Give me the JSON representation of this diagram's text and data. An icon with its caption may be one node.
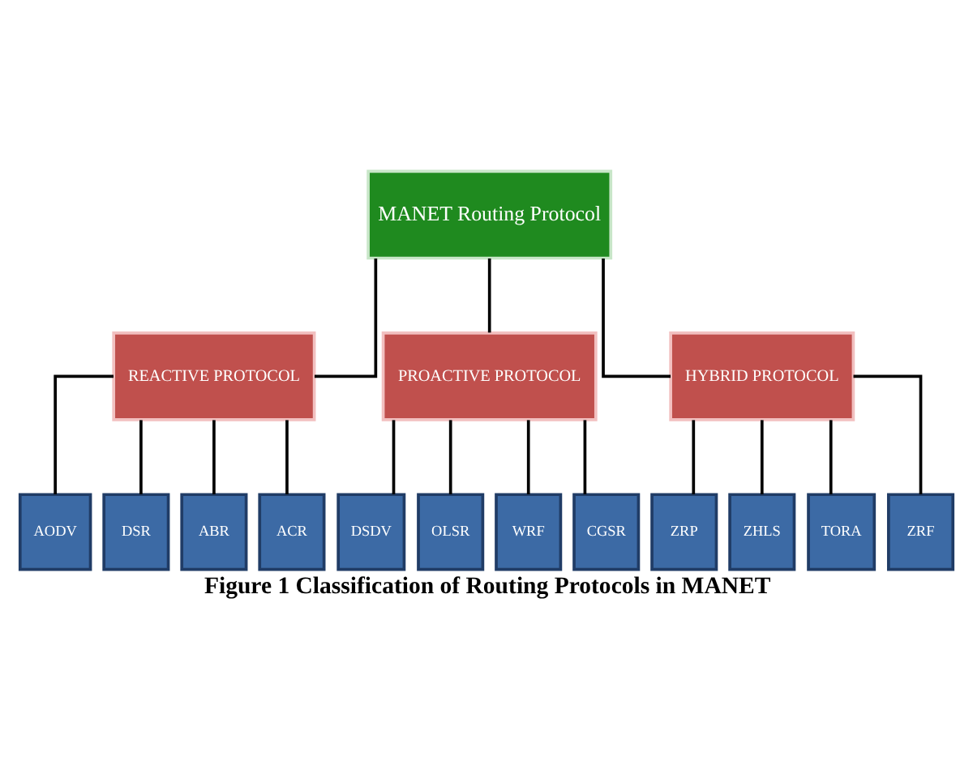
{
  "diagram": {
    "caption": "Figure 1 Classification of Routing Protocols in MANET",
    "nodes": [
      {
        "text": [
          "MANET Routing Protocol"
        ]
      },
      {
        "text": [
          "REACTIVE PROTOCOL"
        ]
      },
      {
        "text": [
          "PROACTIVE PROTOCOL"
        ]
      },
      {
        "text": [
          "HYBRID PROTOCOL"
        ]
      },
      {
        "text": [
          "AODV"
        ]
      },
      {
        "text": [
          "DSR"
        ]
      },
      {
        "text": [
          "ABR"
        ]
      },
      {
        "text": [
          "ACR"
        ]
      },
      {
        "text": [
          "DSDV"
        ]
      },
      {
        "text": [
          "OLSR"
        ]
      },
      {
        "text": [
          "WRF"
        ]
      },
      {
        "text": [
          "CGSR"
        ]
      },
      {
        "text": [
          "ZRP"
        ]
      },
      {
        "text": [
          "ZHLS"
        ]
      },
      {
        "text": [
          "TORA"
        ]
      },
      {
        "text": [
          "ZRF"
        ]
      }
    ],
    "edges": [
      {
        "from": 0,
        "to": 1,
        "arrow": "none"
      },
      {
        "from": 0,
        "to": 2,
        "arrow": "none"
      },
      {
        "from": 0,
        "to": 3,
        "arrow": "none"
      },
      {
        "from": 1,
        "to": 4,
        "arrow": "none"
      },
      {
        "from": 1,
        "to": 5,
        "arrow": "none"
      },
      {
        "from": 1,
        "to": 6,
        "arrow": "none"
      },
      {
        "from": 1,
        "to": 7,
        "arrow": "none"
      },
      {
        "from": 2,
        "to": 8,
        "arrow": "none"
      },
      {
        "from": 2,
        "to": 9,
        "arrow": "none"
      },
      {
        "from": 2,
        "to": 10,
        "arrow": "none"
      },
      {
        "from": 2,
        "to": 11,
        "arrow": "none"
      },
      {
        "from": 3,
        "to": 12,
        "arrow": "none"
      },
      {
        "from": 3,
        "to": 13,
        "arrow": "none"
      },
      {
        "from": 3,
        "to": 14,
        "arrow": "none"
      },
      {
        "from": 3,
        "to": 15,
        "arrow": "none"
      }
    ]
  }
}
